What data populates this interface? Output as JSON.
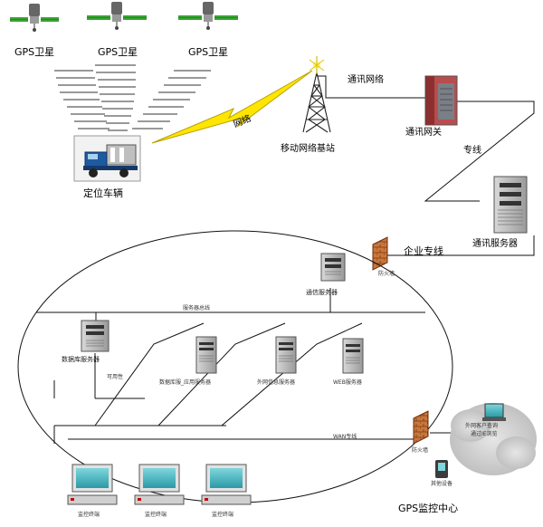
{
  "satellites": [
    {
      "label": "GPS卫星"
    },
    {
      "label": "GPS卫星"
    },
    {
      "label": "GPS卫星"
    }
  ],
  "vehicle": {
    "label": "定位车辆"
  },
  "wireless_link": {
    "label": "网络"
  },
  "base_station": {
    "label": "移动网络基站"
  },
  "telecom_network": {
    "label": "通讯网络"
  },
  "telecom_gateway": {
    "label": "通讯网关"
  },
  "dedicated_line": {
    "label": "专线"
  },
  "telecom_server": {
    "label": "通讯服务器"
  },
  "enterprise_line": {
    "label": "企业专线"
  },
  "firewall_top": {
    "label": "防火墙"
  },
  "comm_server": {
    "label": "通信服务器"
  },
  "server_bus": {
    "label": "服务器总线"
  },
  "db_server": {
    "label": "数据库服务器"
  },
  "redundancy_line": {
    "label": "可用性"
  },
  "servers_row": [
    {
      "label": "数据库服_应用服务器"
    },
    {
      "label": "外网信息服务器"
    },
    {
      "label": "WEB服务器"
    }
  ],
  "wan_line": {
    "label": "WAN专线"
  },
  "firewall_bottom": {
    "label": "防火墙"
  },
  "external_client": {
    "label": "外网客户查询"
  },
  "external_client_sub": {
    "label": "通过IE浏览"
  },
  "other_device": {
    "label": "其他设备"
  },
  "monitor_center": {
    "label": "GPS监控中心"
  },
  "terminals": [
    {
      "label": "监控终端"
    },
    {
      "label": "监控终端"
    },
    {
      "label": "监控终端"
    }
  ]
}
